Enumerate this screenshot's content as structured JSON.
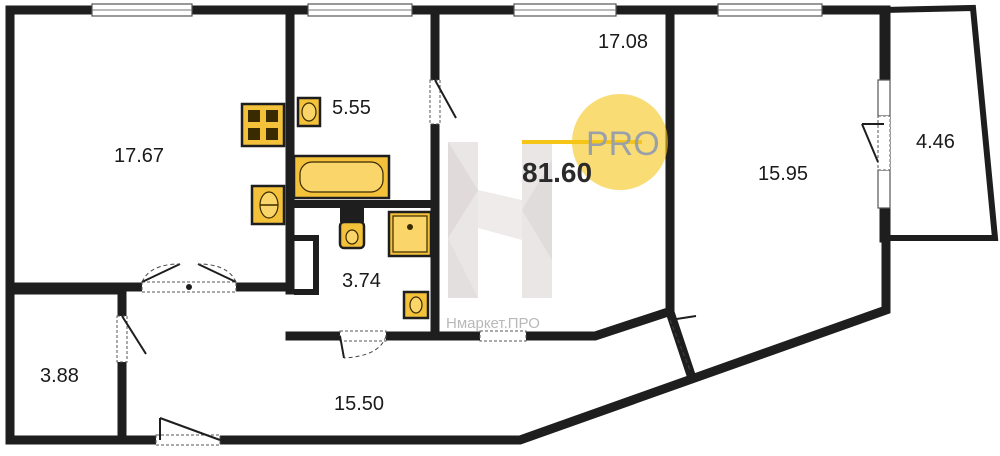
{
  "floorplan": {
    "total_area": "81.60",
    "badge_text": "PRO",
    "watermark_text": "Нмаркет.ПРО",
    "accent_color": "#f5c518",
    "rooms": [
      {
        "id": "room-left-large",
        "area": "17.67"
      },
      {
        "id": "room-bathroom",
        "area": "5.55"
      },
      {
        "id": "room-toilet",
        "area": "3.74"
      },
      {
        "id": "room-center",
        "area": "17.08"
      },
      {
        "id": "room-right",
        "area": "15.95"
      },
      {
        "id": "room-balcony",
        "area": "4.46"
      },
      {
        "id": "room-closet",
        "area": "3.88"
      },
      {
        "id": "room-hall",
        "area": "15.50"
      }
    ]
  }
}
